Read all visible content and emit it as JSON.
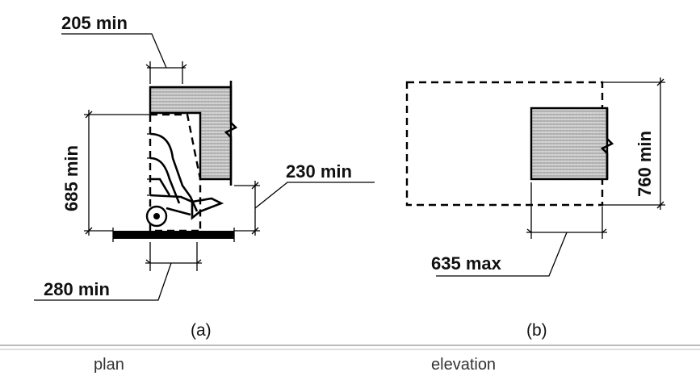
{
  "figure": {
    "dimensions": {
      "depth_205_min": "205 min",
      "height_685_min": "685 min",
      "height_230_min": "230 min",
      "width_280_min": "280 min",
      "height_760_min": "760 min",
      "width_635_max": "635 max"
    },
    "panel_a": {
      "caption": "(a)",
      "view": "plan"
    },
    "panel_b": {
      "caption": "(b)",
      "view": "elevation"
    }
  }
}
